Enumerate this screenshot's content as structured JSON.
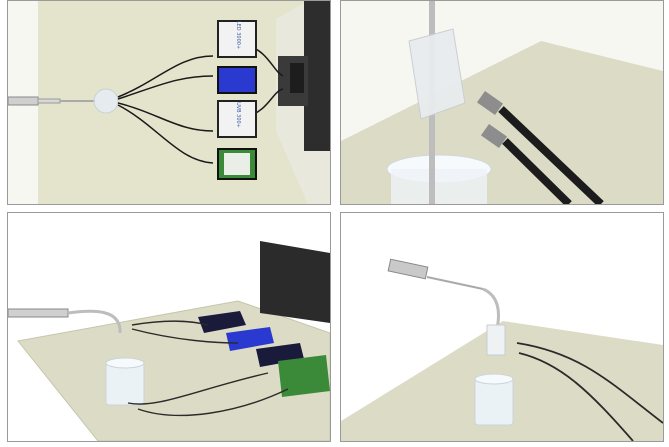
{
  "panels": [
    {
      "id": "top-view",
      "labels": [
        "LED 3000+",
        "UVB 300+"
      ]
    },
    {
      "id": "flow-cell-closeup"
    },
    {
      "id": "perspective-setup"
    },
    {
      "id": "syringe-flow-cell"
    }
  ],
  "module_labels": {
    "led": "LED 3000+",
    "uvb": "UVB 300+"
  },
  "colors": {
    "table_top": "#dcdcc6",
    "table_edge": "#c6c6ad",
    "module_body": "#1a1a3a",
    "module_blue": "#2a3ad0",
    "module_green": "#3a8a3a",
    "monitor": "#2b2b2b"
  }
}
